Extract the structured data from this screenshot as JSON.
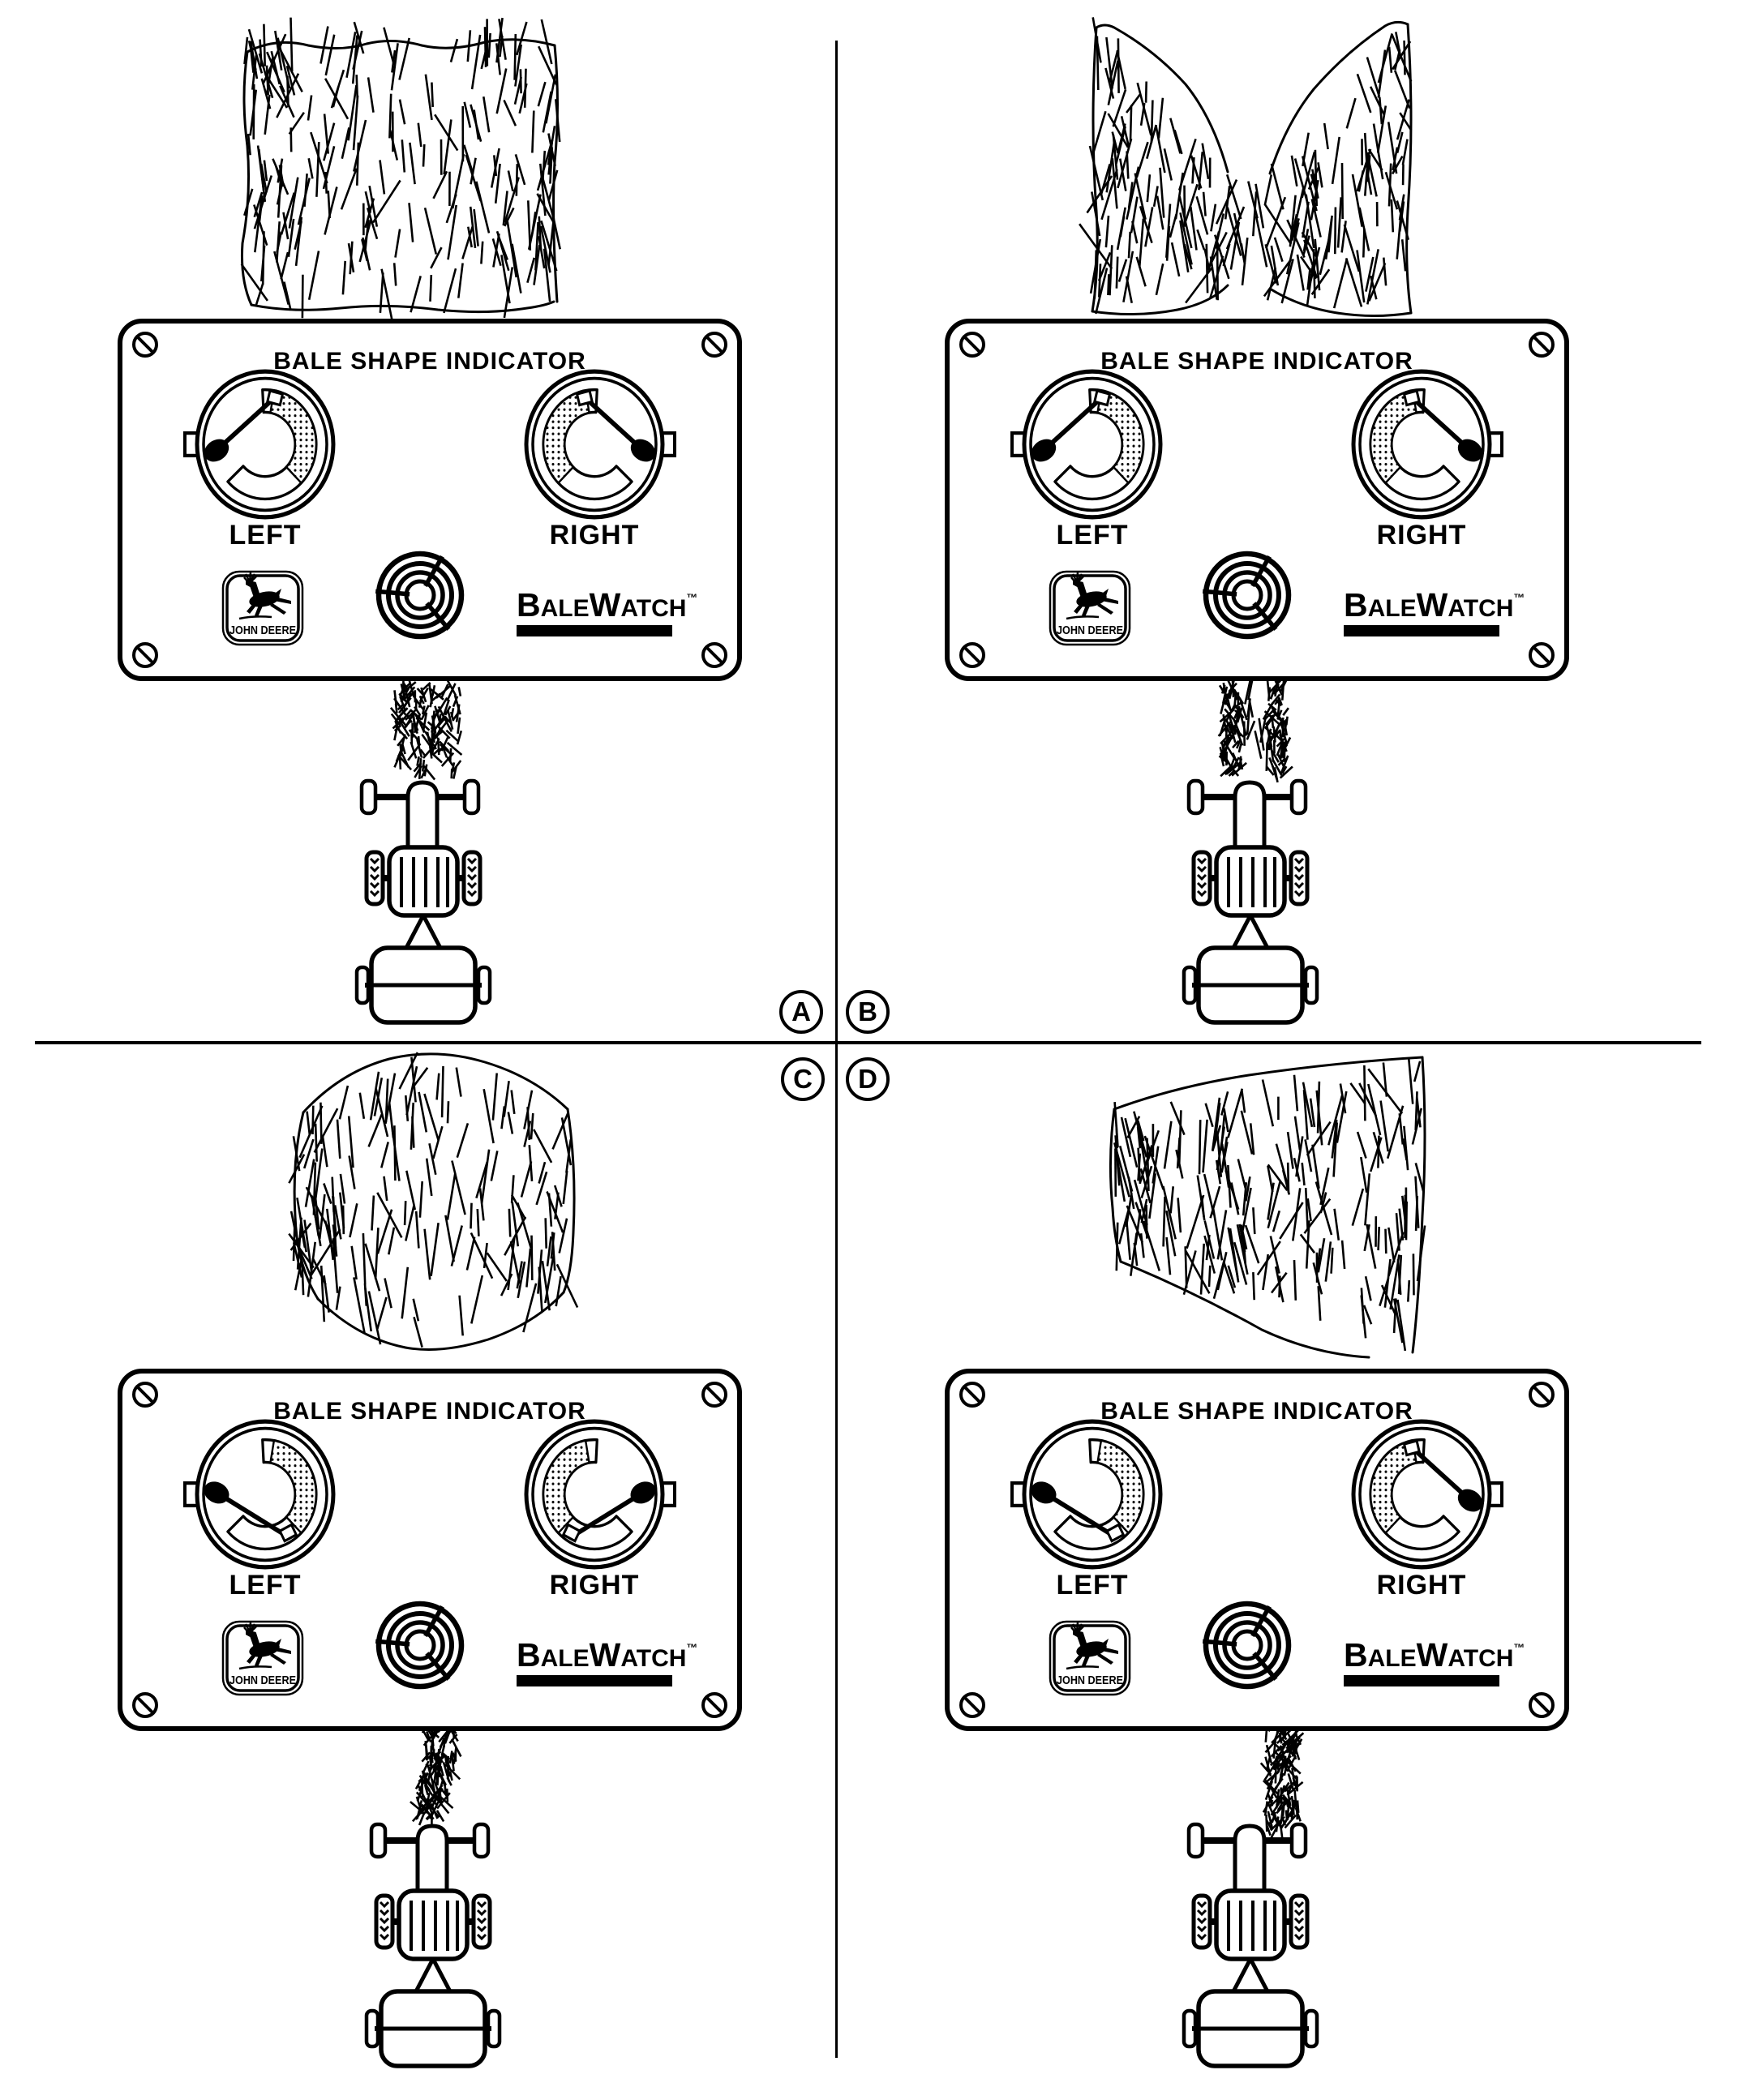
{
  "panel": {
    "title": "BALE SHAPE INDICATOR",
    "left_label": "LEFT",
    "right_label": "RIGHT",
    "logo": "JOHN DEERE",
    "brand": {
      "b": "B",
      "ale": "ALE",
      "w": "W",
      "atch": "ATCH",
      "tm": "™"
    }
  },
  "quadrants": [
    {
      "label": "A",
      "gauges": {
        "left": "up",
        "right": "up"
      },
      "bale": "even full-width bale",
      "windrow": "wide uniform windrow"
    },
    {
      "label": "B",
      "gauges": {
        "left": "up",
        "right": "up"
      },
      "bale": "bale low in center, full at edges",
      "windrow": "windrow dense at edges, thin in center"
    },
    {
      "label": "C",
      "gauges": {
        "left": "down",
        "right": "down"
      },
      "bale": "barrel-shaped bale, full center",
      "windrow": "narrow centered windrow"
    },
    {
      "label": "D",
      "gauges": {
        "left": "down",
        "right": "up"
      },
      "bale": "lopsided bale, fuller on right",
      "windrow": "narrow windrow offset to right"
    }
  ],
  "colors": {
    "ink": "#000000",
    "paper": "#ffffff"
  }
}
